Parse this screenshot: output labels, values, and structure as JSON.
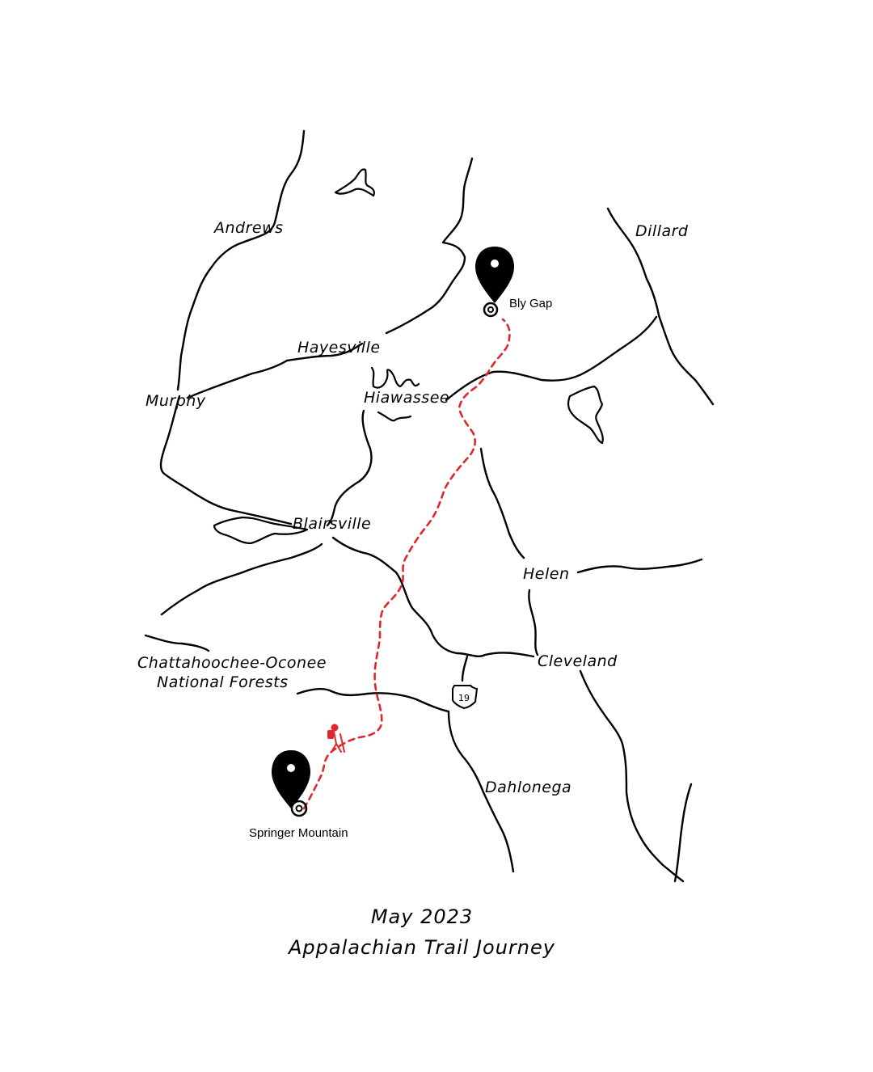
{
  "map": {
    "towns": {
      "andrews": "Andrews",
      "dillard": "Dillard",
      "hayesville": "Hayesville",
      "murphy": "Murphy",
      "hiawassee": "Hiawassee",
      "blairsville": "Blairsville",
      "helen": "Helen",
      "cleveland": "Cleveland",
      "dahlonega": "Dahlonega"
    },
    "forest": {
      "line1": "Chattahoochee-Oconee",
      "line2": "National Forests"
    },
    "markers": {
      "end": "Bly Gap",
      "start": "Springer Mountain"
    },
    "route_shield": "19",
    "trail_color": "#e0262a"
  },
  "caption": {
    "date": "May 2023",
    "title": "Appalachian Trail Journey"
  }
}
